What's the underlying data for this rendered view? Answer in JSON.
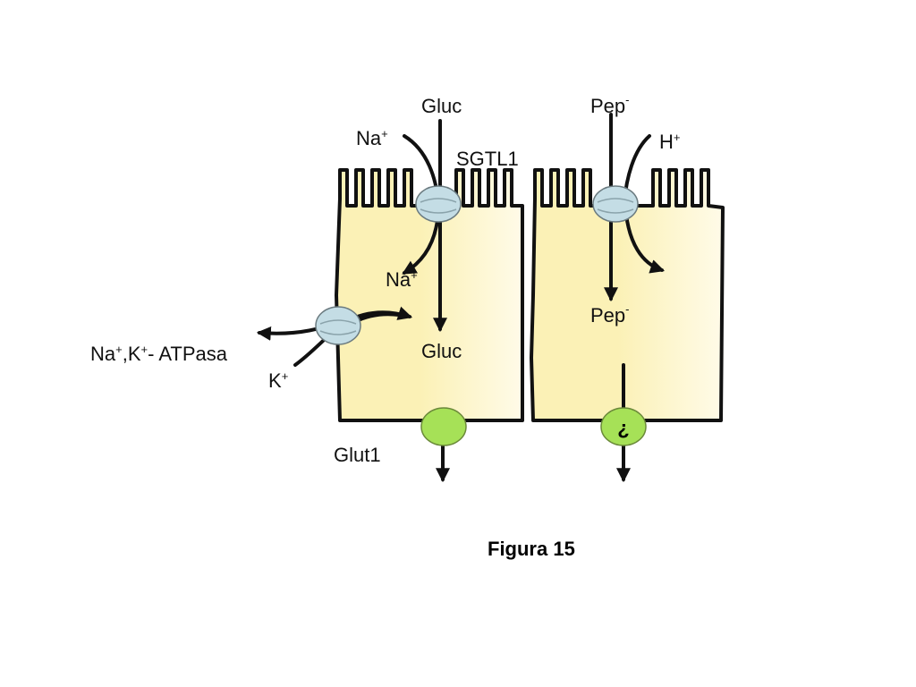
{
  "labels": {
    "gluc_top": "Gluc",
    "pep_top": "Pep",
    "pep_top_charge": "-",
    "na_top": "Na",
    "na_top_charge": "+",
    "h_top": "H",
    "h_top_charge": "+",
    "sgtl1": "SGTL1",
    "na_mid": "Na",
    "na_mid_charge": "+",
    "pep_mid": "Pep",
    "pep_mid_charge": "-",
    "atpase_na": "Na",
    "atpase_na_charge": "+",
    "atpase_sep": ",K",
    "atpase_k_charge": "+",
    "atpase_suffix": "- ATPasa",
    "gluc_mid": "Gluc",
    "k_label": "K",
    "k_charge": "+",
    "unknown_transporter": "¿",
    "glut1": "Glut1",
    "caption": "Figura 15"
  },
  "colors": {
    "cell_light": "#fffbe8",
    "cell_dark": "#fbf1b6",
    "apical_transporter": "#c4dde5",
    "basolateral_transporter": "#a6e157",
    "stroke": "#111111"
  }
}
